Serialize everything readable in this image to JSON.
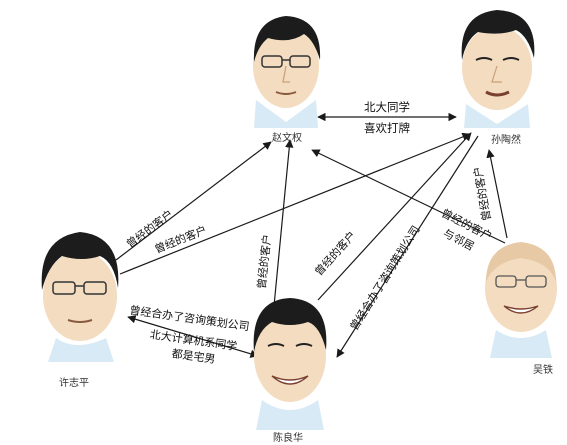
{
  "people": {
    "zhao": "赵文权",
    "sun": "孙陶然",
    "xu": "许志平",
    "chen": "陈良华",
    "wu": "吴铁"
  },
  "relations": {
    "zhao_sun_1": "北大同学",
    "zhao_sun_2": "喜欢打牌",
    "xu_zhao": "曾经的客户",
    "xu_sun": "曾经的客户",
    "chen_zhao": "曾经的客户",
    "chen_sun": "曾经的客户",
    "sun_chen": "曾经合办了咨询策划公司",
    "wu_sun": "曾经的客户",
    "wu_zhao_1": "曾经的客户",
    "wu_zhao_2": "与邻居",
    "xu_chen_1": "曾经合办了咨询策划公司",
    "xu_chen_2": "北大计算机系同学",
    "xu_chen_3": "都是宅男"
  },
  "colors": {
    "skin": "#f3dcc0",
    "skin_shade": "#d9b48e",
    "hair": "#1c1c1c",
    "shirt": "#d8eaf5",
    "suit": "#222222",
    "arrow": "#1a1a1a"
  }
}
